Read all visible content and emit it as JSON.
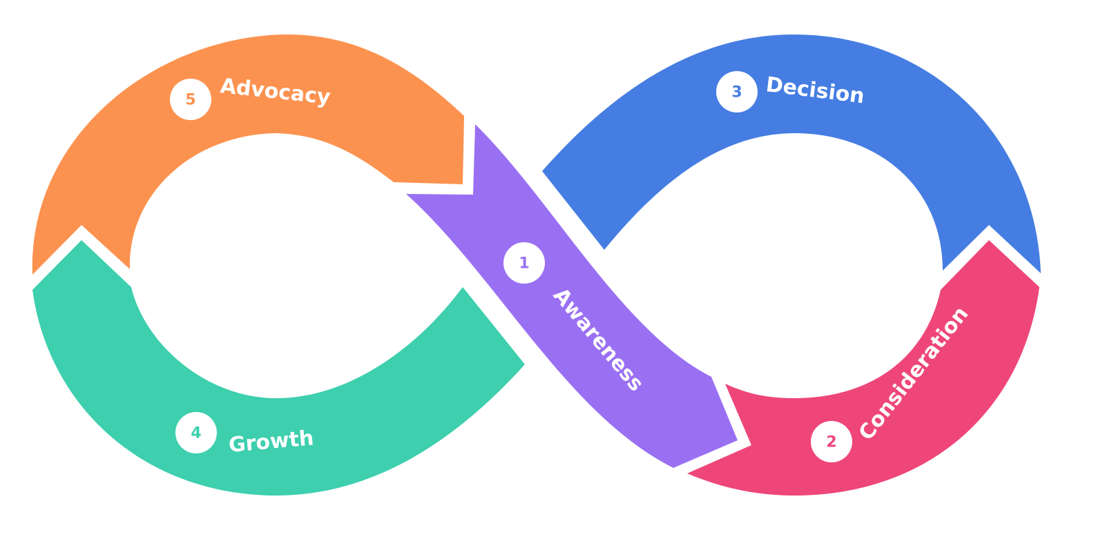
{
  "diagram": {
    "type": "infinity-loop",
    "stages": [
      {
        "number": "1",
        "label": "Awareness",
        "color": "#9a70f3"
      },
      {
        "number": "2",
        "label": "Consideration",
        "color": "#ee4679"
      },
      {
        "number": "3",
        "label": "Decision",
        "color": "#457de2"
      },
      {
        "number": "4",
        "label": "Growth",
        "color": "#3dcfae"
      },
      {
        "number": "5",
        "label": "Advocacy",
        "color": "#fc924f"
      }
    ]
  }
}
